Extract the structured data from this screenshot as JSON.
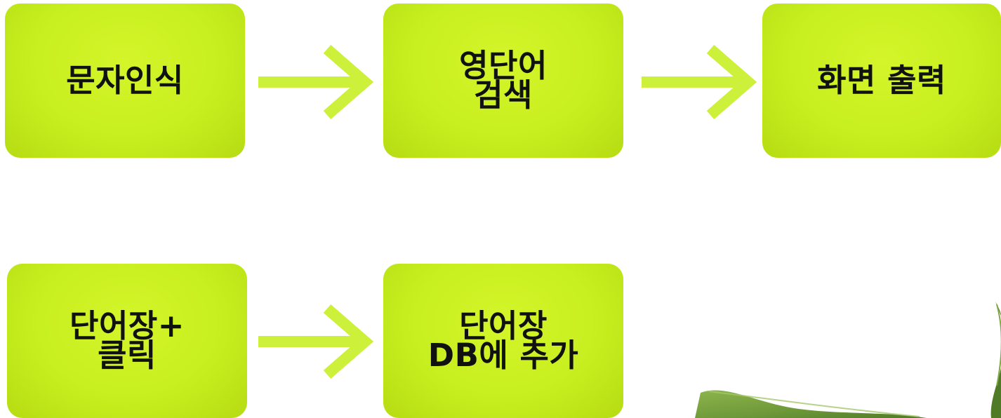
{
  "colors": {
    "box_fill": "#c7ef1f",
    "arrow": "#cdf03a",
    "text": "#111111",
    "leaf": "#6f9a3a"
  },
  "boxes": {
    "char_recognition": {
      "lines": [
        "문자인식"
      ]
    },
    "word_search": {
      "lines": [
        "영단어",
        "검색"
      ]
    },
    "screen_output": {
      "lines": [
        "화면 출력"
      ]
    },
    "vocab_click": {
      "lines": [
        "단어장+",
        "클릭"
      ]
    },
    "vocab_db_add": {
      "lines": [
        "단어장",
        "DB에 추가"
      ]
    }
  },
  "icons": {
    "arrow": "right-arrow-icon",
    "decoration": "leaf-icon"
  }
}
